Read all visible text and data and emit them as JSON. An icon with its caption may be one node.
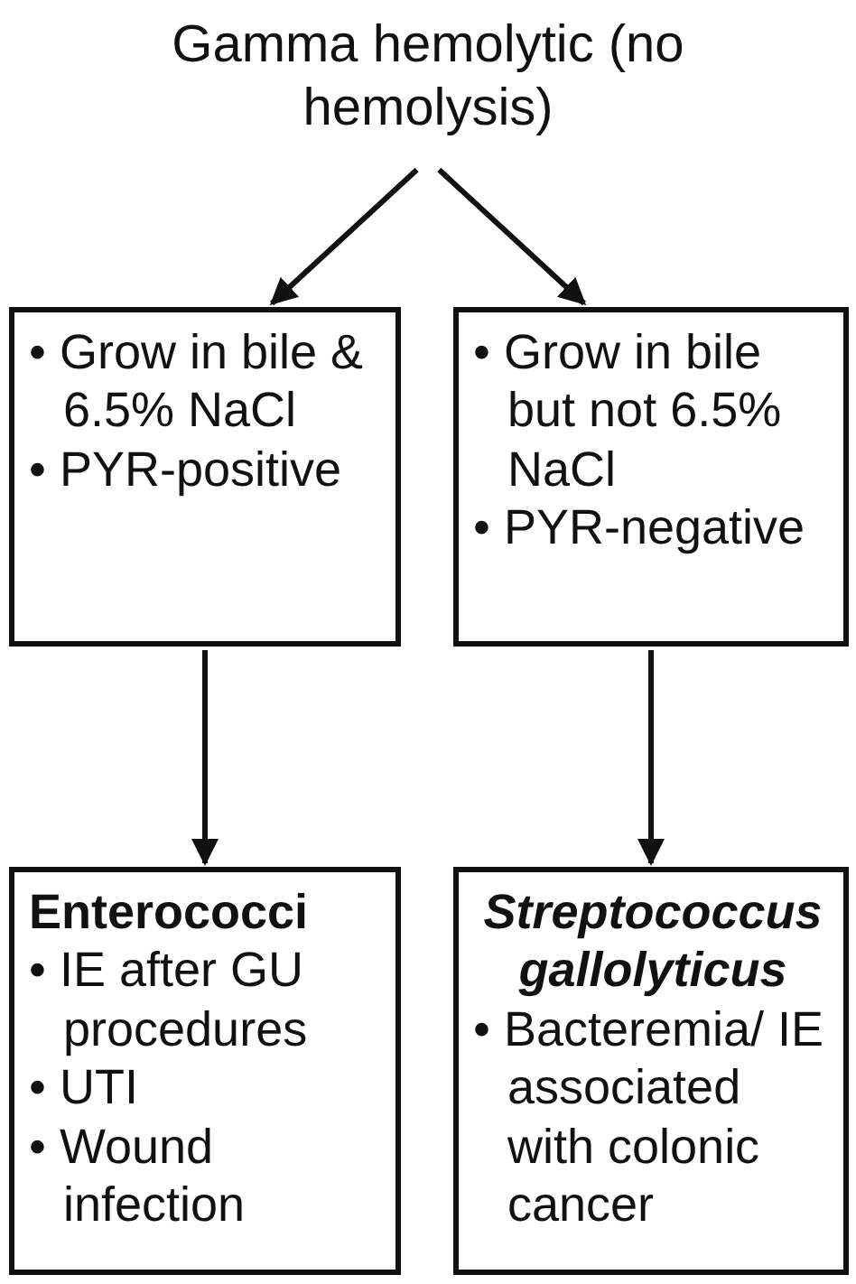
{
  "diagram": {
    "nodes": [
      {
        "text": [
          "Gamma hemolytic (no hemolysis)"
        ]
      },
      {
        "text": [
          "• Grow in bile & 6.5% NaCl",
          "• PYR-positive"
        ]
      },
      {
        "text": [
          "• Grow in bile but not 6.5% NaCl",
          "• PYR-negative"
        ]
      },
      {
        "text": [
          "Enterococci",
          "• IE after GU procedures",
          "• UTI",
          "• Wound infection"
        ]
      },
      {
        "text": [
          "Streptococcus gallolyticus",
          "• Bacteremia/ IE associated with colonic cancer"
        ]
      }
    ],
    "edges": [
      {
        "from": 0,
        "to": 1,
        "arrow": "to"
      },
      {
        "from": 0,
        "to": 2,
        "arrow": "to"
      },
      {
        "from": 1,
        "to": 3,
        "arrow": "to"
      },
      {
        "from": 2,
        "to": 4,
        "arrow": "to"
      }
    ]
  }
}
